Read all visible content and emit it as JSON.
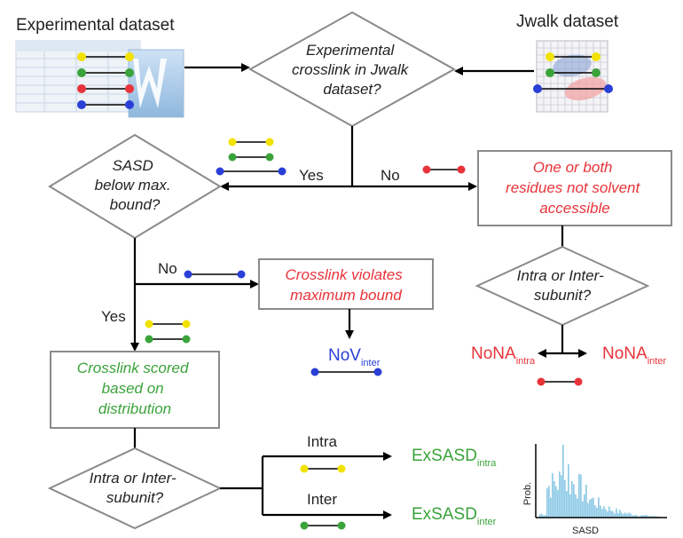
{
  "titles": {
    "experimental_dataset": "Experimental dataset",
    "jwalk_dataset": "Jwalk dataset"
  },
  "nodes": {
    "q_in_jwalk": [
      "Experimental",
      "crosslink in Jwalk",
      "dataset?"
    ],
    "q_sasd": [
      "SASD",
      "below max.",
      "bound?"
    ],
    "not_accessible": [
      "One or both",
      "residues not solvent",
      "accessible"
    ],
    "q_intra_inter_right": [
      "Intra or Inter-",
      "subunit?"
    ],
    "violates": [
      "Crosslink violates",
      "maximum bound"
    ],
    "scored": [
      "Crosslink scored",
      "based on",
      "distribution"
    ],
    "q_intra_inter_bottom": [
      "Intra or Inter-",
      "subunit?"
    ]
  },
  "edges": {
    "yes_left": "Yes",
    "no_right": "No",
    "no_violate": "No",
    "yes_down": "Yes",
    "intra": "Intra",
    "inter": "Inter"
  },
  "outputs": {
    "nov": {
      "main": "NoV",
      "sub": "inter"
    },
    "nona_intra": {
      "main": "NoNA",
      "sub": "intra"
    },
    "nona_inter": {
      "main": "NoNA",
      "sub": "inter"
    },
    "exsasd_intra": {
      "main": "ExSASD",
      "sub": "intra"
    },
    "exsasd_inter": {
      "main": "ExSASD",
      "sub": "inter"
    }
  },
  "histogram": {
    "ylabel": "Prob.",
    "xlabel": "SASD",
    "bar_color": "#8ecae6"
  },
  "colors": {
    "red": "#e8333a",
    "green": "#3aa33a",
    "blue": "#2a3fd6",
    "yellow": "#f2e200"
  }
}
